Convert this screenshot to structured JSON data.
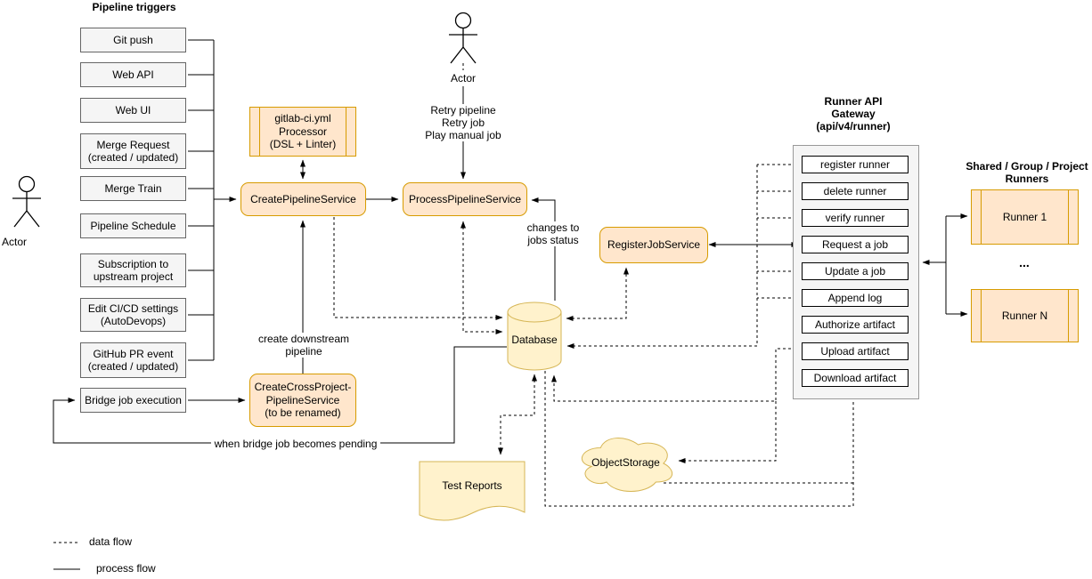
{
  "titles": {
    "pipeline_triggers": "Pipeline triggers",
    "runner_gateway": "Runner API\nGateway\n(api/v4/runner)",
    "shared_runners": "Shared / Group / Project\nRunners"
  },
  "actors": {
    "left": "Actor",
    "top": "Actor"
  },
  "triggers": [
    "Git push",
    "Web API",
    "Web UI",
    "Merge Request\n(created / updated)",
    "Merge Train",
    "Pipeline Schedule",
    "Subscription to\nupstream project",
    "Edit CI/CD settings\n(AutoDevops)",
    "GitHub PR event\n(created / updated)",
    "Bridge job execution"
  ],
  "services": {
    "yml_processor": "gitlab-ci.yml\nProcessor\n(DSL + Linter)",
    "create_pipeline": "CreatePipelineService",
    "process_pipeline": "ProcessPipelineService",
    "register_job": "RegisterJobService",
    "create_cross_project": "CreateCrossProject-\nPipelineService\n(to be renamed)",
    "database": "Database",
    "test_reports": "Test Reports",
    "object_storage": "ObjectStorage"
  },
  "gateway_endpoints": [
    "register runner",
    "delete runner",
    "verify runner",
    "Request a job",
    "Update a job",
    "Append log",
    "Authorize artifact",
    "Upload artifact",
    "Download artifact"
  ],
  "runners": {
    "first": "Runner 1",
    "ellipsis": "...",
    "last": "Runner N"
  },
  "edge_labels": {
    "retry": "Retry pipeline\nRetry job\nPlay manual job",
    "changes": "changes to\njobs status",
    "create_downstream": "create downstream\npipeline",
    "when_bridge": "when bridge job becomes pending"
  },
  "legend": {
    "data_flow": "data flow",
    "process_flow": "process flow"
  },
  "colors": {
    "service_fill": "#ffe6cc",
    "service_stroke": "#d79b00",
    "storage_fill": "#fff2cc",
    "storage_stroke": "#d6b656",
    "trigger_fill": "#f5f5f5",
    "trigger_stroke": "#666666",
    "endpoint_fill": "#ffffff",
    "line": "#000000"
  }
}
